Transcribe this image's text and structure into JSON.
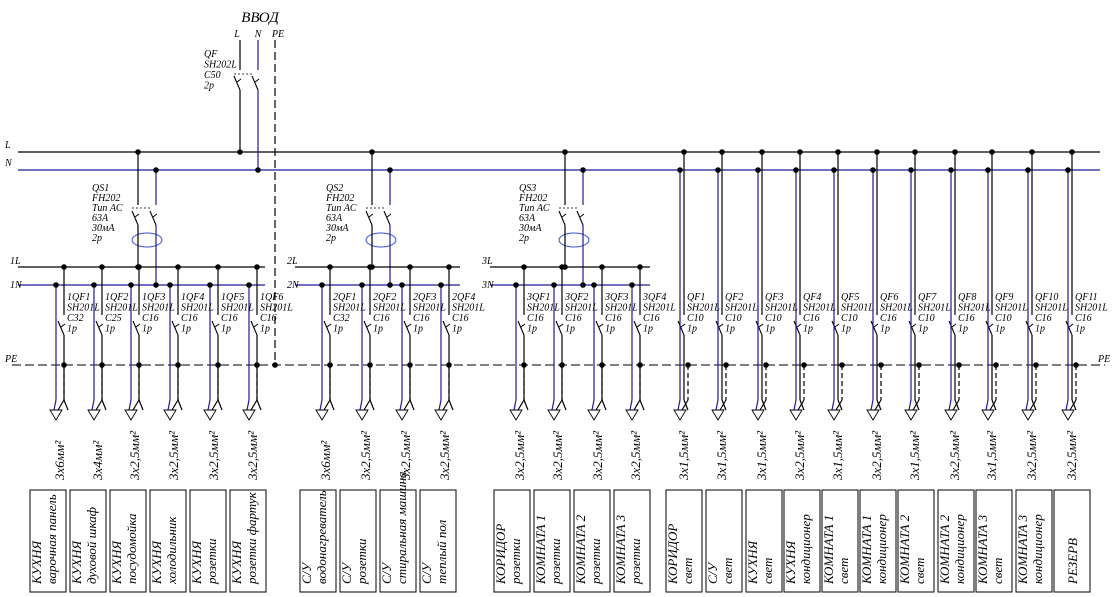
{
  "title": "ВВОД",
  "input": {
    "poles": [
      "L",
      "N",
      "PE"
    ],
    "breaker": [
      "QF",
      "SH202L",
      "C50",
      "2p"
    ]
  },
  "bus_labels": {
    "L": "L",
    "N": "N",
    "PE": "PE"
  },
  "groups": [
    {
      "qs": [
        "QS1",
        "FH202",
        "Тип AC",
        "63A",
        "30мA",
        "2p"
      ],
      "sub_l": "1L",
      "sub_n": "1N",
      "feeders": [
        {
          "qf": [
            "1QF1",
            "SH201L",
            "C32",
            "1p"
          ],
          "cable": "3x6мм²",
          "load": [
            "КУХНЯ",
            "варочная панель"
          ]
        },
        {
          "qf": [
            "1QF2",
            "SH201L",
            "C25",
            "1p"
          ],
          "cable": "3x4мм²",
          "load": [
            "КУХНЯ",
            "духовой шкаф"
          ]
        },
        {
          "qf": [
            "1QF3",
            "SH201L",
            "C16",
            "1p"
          ],
          "cable": "3x2,5мм²",
          "load": [
            "КУХНЯ",
            "посудомойка"
          ]
        },
        {
          "qf": [
            "1QF4",
            "SH201L",
            "C16",
            "1p"
          ],
          "cable": "3x2,5мм²",
          "load": [
            "КУХНЯ",
            "холодильник"
          ]
        },
        {
          "qf": [
            "1QF5",
            "SH201L",
            "C16",
            "1p"
          ],
          "cable": "3x2,5мм²",
          "load": [
            "КУХНЯ",
            "розетки"
          ]
        },
        {
          "qf": [
            "1QF6",
            "SH201L",
            "C16",
            "1p"
          ],
          "cable": "3x2,5мм²",
          "load": [
            "КУХНЯ",
            "розетки фартук"
          ]
        }
      ]
    },
    {
      "qs": [
        "QS2",
        "FH202",
        "Тип AC",
        "63A",
        "30мA",
        "2p"
      ],
      "sub_l": "2L",
      "sub_n": "2N",
      "feeders": [
        {
          "qf": [
            "2QF1",
            "SH201L",
            "C32",
            "1p"
          ],
          "cable": "3x6мм²",
          "load": [
            "С/У",
            "водонагреватель"
          ]
        },
        {
          "qf": [
            "2QF2",
            "SH201L",
            "C16",
            "1p"
          ],
          "cable": "3x2,5мм²",
          "load": [
            "С/У",
            "розетки"
          ]
        },
        {
          "qf": [
            "2QF3",
            "SH201L",
            "C16",
            "1p"
          ],
          "cable": "3x2,5мм²",
          "load": [
            "С/У",
            "стиральная машина"
          ]
        },
        {
          "qf": [
            "2QF4",
            "SH201L",
            "C16",
            "1p"
          ],
          "cable": "3x2,5мм²",
          "load": [
            "С/У",
            "теплый пол"
          ]
        }
      ]
    },
    {
      "qs": [
        "QS3",
        "FH202",
        "Тип AC",
        "63A",
        "30мA",
        "2p"
      ],
      "sub_l": "3L",
      "sub_n": "3N",
      "feeders": [
        {
          "qf": [
            "3QF1",
            "SH201L",
            "C16",
            "1p"
          ],
          "cable": "3x2,5мм²",
          "load": [
            "КОРИДОР",
            "розетки"
          ]
        },
        {
          "qf": [
            "3QF2",
            "SH201L",
            "C16",
            "1p"
          ],
          "cable": "3x2,5мм²",
          "load": [
            "КОМНАТА 1",
            "розетки"
          ]
        },
        {
          "qf": [
            "3QF3",
            "SH201L",
            "C16",
            "1p"
          ],
          "cable": "3x2,5мм²",
          "load": [
            "КОМНАТА 2",
            "розетки"
          ]
        },
        {
          "qf": [
            "3QF4",
            "SH201L",
            "C16",
            "1p"
          ],
          "cable": "3x2,5мм²",
          "load": [
            "КОМНАТА 3",
            "розетки"
          ]
        }
      ]
    }
  ],
  "direct": [
    {
      "qf": [
        "QF1",
        "SH201L",
        "C10",
        "1p"
      ],
      "cable": "3x1,5мм²",
      "load": [
        "КОРИДОР",
        "свет"
      ]
    },
    {
      "qf": [
        "QF2",
        "SH201L",
        "C10",
        "1p"
      ],
      "cable": "3x1,5мм²",
      "load": [
        "С/У",
        "свет"
      ]
    },
    {
      "qf": [
        "QF3",
        "SH201L",
        "C10",
        "1p"
      ],
      "cable": "3x1,5мм²",
      "load": [
        "КУХНЯ",
        "свет"
      ]
    },
    {
      "qf": [
        "QF4",
        "SH201L",
        "C16",
        "1p"
      ],
      "cable": "3x2,5мм²",
      "load": [
        "КУХНЯ",
        "кондиционер"
      ]
    },
    {
      "qf": [
        "QF5",
        "SH201L",
        "C10",
        "1p"
      ],
      "cable": "3x1,5мм²",
      "load": [
        "КОМНАТА 1",
        "свет"
      ]
    },
    {
      "qf": [
        "QF6",
        "SH201L",
        "C16",
        "1p"
      ],
      "cable": "3x2,5мм²",
      "load": [
        "КОМНАТА 1",
        "кондиционер"
      ]
    },
    {
      "qf": [
        "QF7",
        "SH201L",
        "C10",
        "1p"
      ],
      "cable": "3x1,5мм²",
      "load": [
        "КОМНАТА 2",
        "свет"
      ]
    },
    {
      "qf": [
        "QF8",
        "SH201L",
        "C16",
        "1p"
      ],
      "cable": "3x2,5мм²",
      "load": [
        "КОМНАТА 2",
        "кондиционер"
      ]
    },
    {
      "qf": [
        "QF9",
        "SH201L",
        "C10",
        "1p"
      ],
      "cable": "3x1,5мм²",
      "load": [
        "КОМНАТА 3",
        "свет"
      ]
    },
    {
      "qf": [
        "QF10",
        "SH201L",
        "C16",
        "1p"
      ],
      "cable": "3x2,5мм²",
      "load": [
        "КОМНАТА 3",
        "кондиционер"
      ]
    },
    {
      "qf": [
        "QF11",
        "SH201L",
        "C16",
        "1p"
      ],
      "cable": "3x2,5мм²",
      "load": [
        "РЕЗЕРВ",
        ""
      ]
    }
  ],
  "colors": {
    "line": "#000000",
    "neutral": "#1a1a9a",
    "rcd_ring": "#3a4fd0"
  }
}
